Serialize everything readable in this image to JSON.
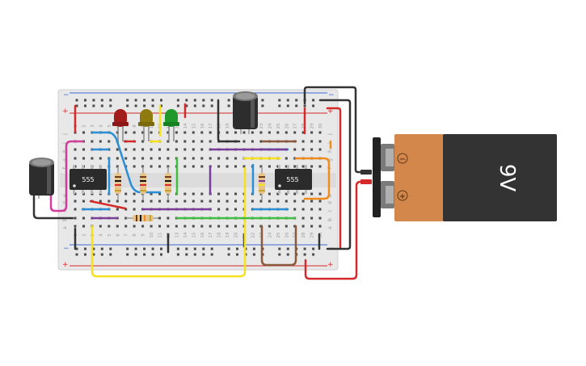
{
  "breadboard": {
    "rail_top_neg": "−",
    "rail_top_pos": "+",
    "rail_bottom_neg": "−",
    "rail_bottom_pos": "+",
    "row_letters_top": [
      "j",
      "i",
      "h",
      "g",
      "f"
    ],
    "row_letters_bottom": [
      "e",
      "d",
      "c",
      "b",
      "a"
    ],
    "column_numbers": [
      "1",
      "2",
      "3",
      "4",
      "5",
      "6",
      "7",
      "8",
      "9",
      "10",
      "11",
      "12",
      "13",
      "14",
      "15",
      "16",
      "17",
      "18",
      "19",
      "20",
      "21",
      "22",
      "23",
      "24",
      "25",
      "26",
      "27",
      "28",
      "29",
      "30"
    ]
  },
  "chips": [
    {
      "label": "555"
    },
    {
      "label": "555"
    }
  ],
  "leds": [
    {
      "color": "#a31c1c",
      "name": "red-led"
    },
    {
      "color": "#8f7a10",
      "name": "yellow-led"
    },
    {
      "color": "#1f9a2a",
      "name": "green-led"
    }
  ],
  "battery": {
    "voltage_label": "9V",
    "neg_symbol": "−",
    "pos_symbol": "+",
    "body_color": "#333333",
    "label_color": "#d4874a"
  },
  "wire_colors": {
    "red": "#d42a2a",
    "black": "#333333",
    "yellow": "#f5e11c",
    "blue": "#2a8fd4",
    "purple": "#7b3c9a",
    "green": "#3fbf3f",
    "orange": "#f08c1c",
    "brown": "#8b5a3c",
    "magenta": "#d43c9a"
  }
}
